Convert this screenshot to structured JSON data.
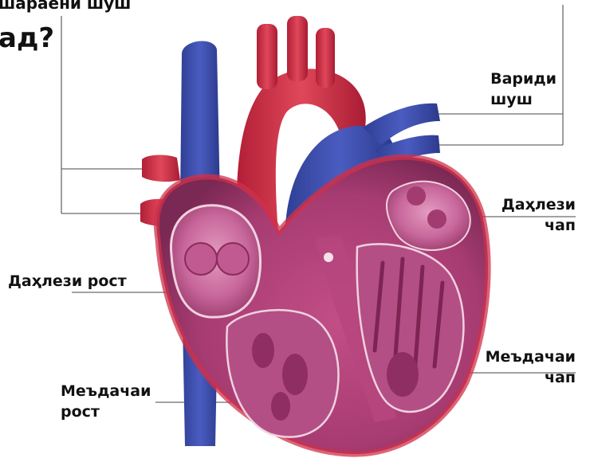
{
  "title": {
    "line1": "шараёни шуш",
    "line2": "ад?"
  },
  "labels": {
    "pulmonary_veins": {
      "line1": "Вариди",
      "line2": "шуш"
    },
    "left_atrium": {
      "line1": "Даҳлези",
      "line2": "чап"
    },
    "right_atrium": "Даҳлези рост",
    "left_ventricle": {
      "line1": "Меъдачаи",
      "line2": "чап"
    },
    "right_ventricle": {
      "line1": "Меъдачаи",
      "line2": "рост"
    }
  },
  "colors": {
    "vein_blue": "#3f4fa6",
    "artery_red": "#c8283f",
    "chamber_magenta": "#a43a72",
    "leader_line": "#6b6b6b"
  }
}
